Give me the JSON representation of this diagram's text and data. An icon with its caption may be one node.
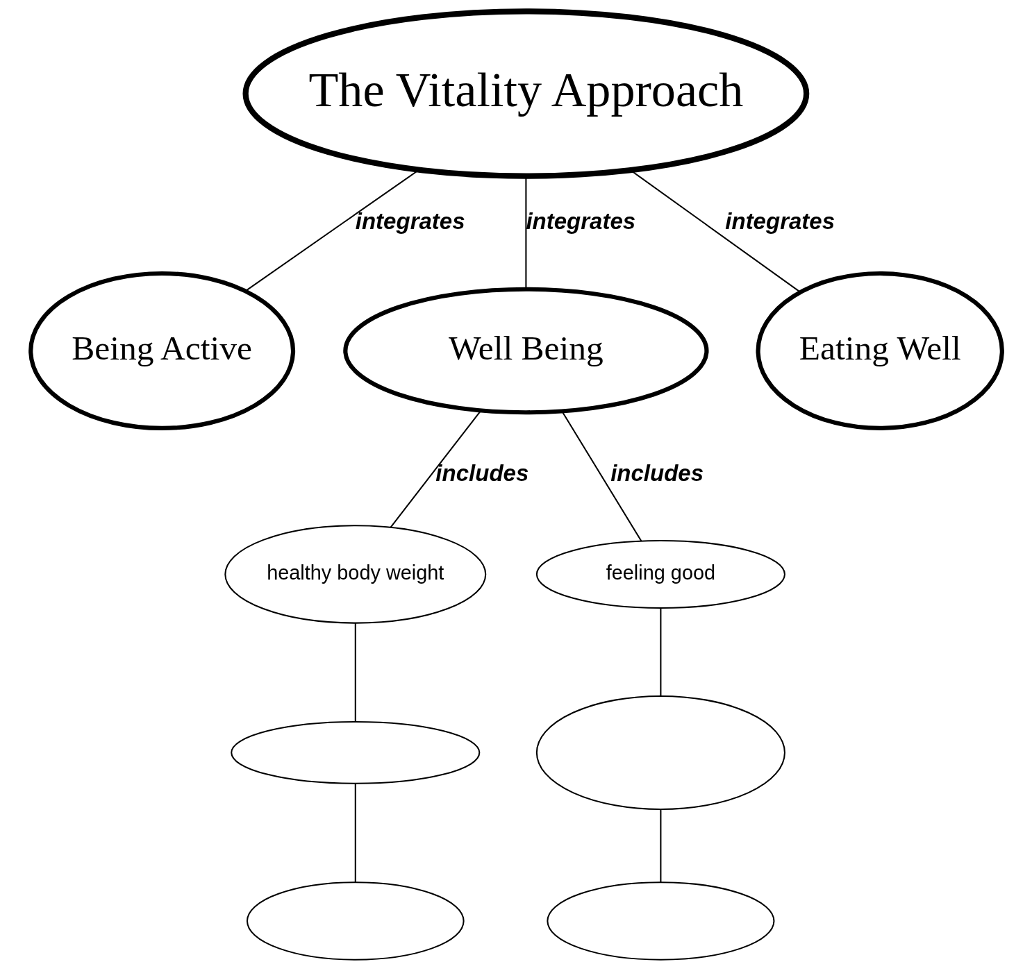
{
  "diagram": {
    "nodes": [
      {
        "text": [
          "The Vitality Approach"
        ]
      },
      {
        "text": [
          "Being Active"
        ]
      },
      {
        "text": [
          "Well Being"
        ]
      },
      {
        "text": [
          "Eating Well"
        ]
      },
      {
        "text": [
          "healthy body weight"
        ]
      },
      {
        "text": [
          "feeling good"
        ]
      },
      {
        "text": [],
        "shape": "ellipse"
      },
      {
        "text": [],
        "shape": "ellipse"
      },
      {
        "text": [],
        "shape": "ellipse"
      },
      {
        "text": [],
        "shape": "ellipse"
      }
    ],
    "edges": [
      {
        "from": 0,
        "to": 1,
        "arrow": "none",
        "label": "integrates"
      },
      {
        "from": 0,
        "to": 2,
        "arrow": "none",
        "label": "integrates"
      },
      {
        "from": 0,
        "to": 3,
        "arrow": "none",
        "label": "integrates"
      },
      {
        "from": 2,
        "to": 4,
        "arrow": "none",
        "label": "includes"
      },
      {
        "from": 2,
        "to": 5,
        "arrow": "none",
        "label": "includes"
      },
      {
        "from": 4,
        "to": 6,
        "arrow": "none"
      },
      {
        "from": 5,
        "to": 7,
        "arrow": "none"
      },
      {
        "from": 6,
        "to": 8,
        "arrow": "none"
      },
      {
        "from": 7,
        "to": 9,
        "arrow": "none"
      }
    ]
  }
}
